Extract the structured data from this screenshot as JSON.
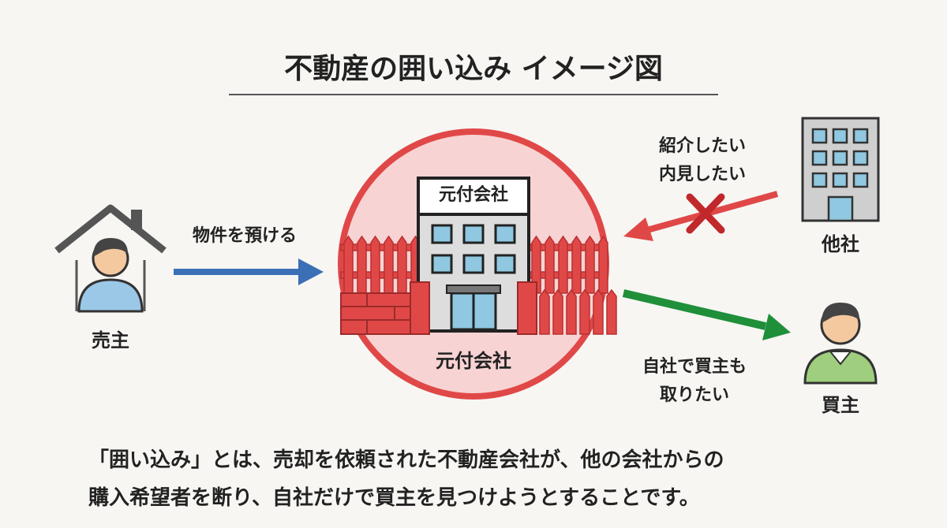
{
  "title": "不動産の囲い込み イメージ図",
  "seller": {
    "label": "売主"
  },
  "entrust_arrow": {
    "label": "物件を預ける"
  },
  "agency": {
    "sign": "元付会社",
    "label": "元付会社"
  },
  "other_company": {
    "label": "他社",
    "wish_lines": [
      "紹介したい",
      "内見したい"
    ]
  },
  "buyer": {
    "label": "買主",
    "wish_lines": [
      "自社で買主も",
      "取りたい"
    ]
  },
  "description": [
    "「囲い込み」とは、売却を依頼された不動産会社が、他の会社からの",
    "購入希望者を断り、自社だけで買主を見つけようとすることです。"
  ],
  "colors": {
    "red": "#e04848",
    "blue": "#3b6fb6",
    "green": "#1f8f3a",
    "pink": "#f8d3d3"
  }
}
